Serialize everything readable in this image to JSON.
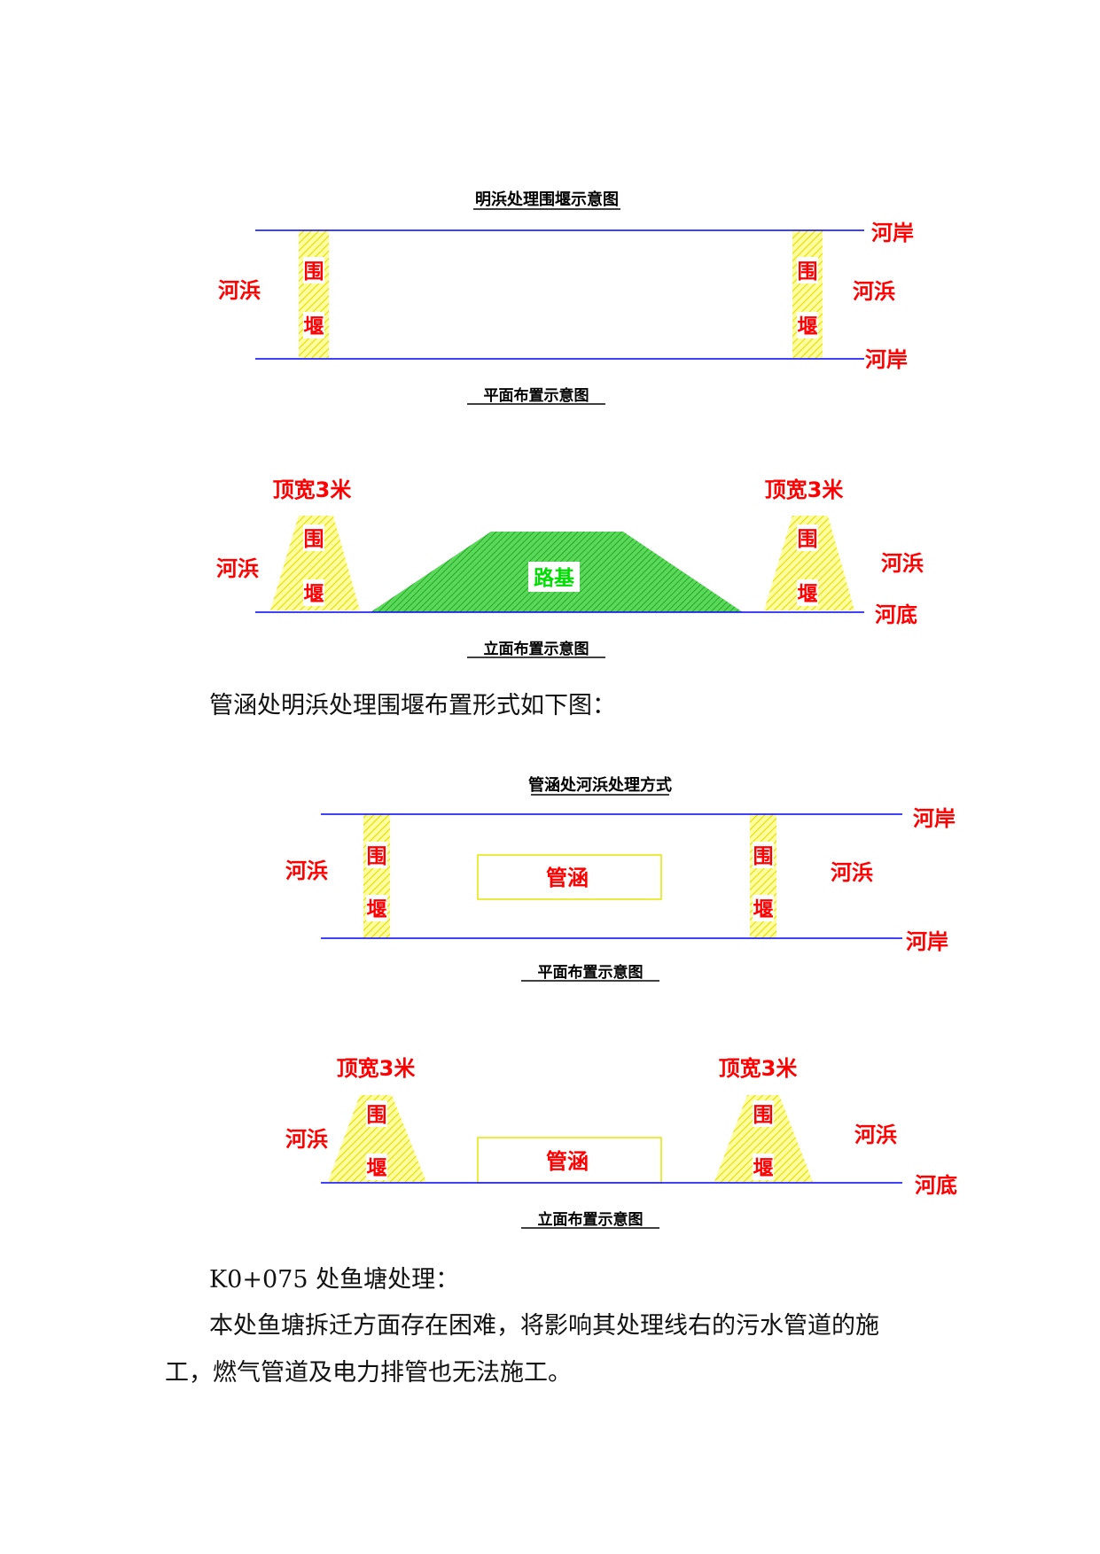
{
  "diagram1": {
    "title": "明浜处理围堰示意图",
    "plan": {
      "bank_top": "河岸",
      "bank_bottom": "河岸",
      "left_label": "河浜",
      "right_label": "河浜",
      "weir_char_top": "围",
      "weir_char_bottom": "堰",
      "caption": "平面布置示意图"
    },
    "elevation": {
      "top_width_left": "顶宽3米",
      "top_width_right": "顶宽3米",
      "left_label": "河浜",
      "right_label": "河浜",
      "bottom_label": "河底",
      "weir_char_top": "围",
      "weir_char_bottom": "堰",
      "roadbed": "路基",
      "caption": "立面布置示意图"
    }
  },
  "intro_text": "管涵处明浜处理围堰布置形式如下图：",
  "diagram2": {
    "title": "管涵处河浜处理方式",
    "plan": {
      "bank_top": "河岸",
      "bank_bottom": "河岸",
      "left_label": "河浜",
      "right_label": "河浜",
      "weir_char_top": "围",
      "weir_char_bottom": "堰",
      "culvert": "管涵",
      "caption": "平面布置示意图"
    },
    "elevation": {
      "top_width_left": "顶宽3米",
      "top_width_right": "顶宽3米",
      "left_label": "河浜",
      "right_label": "河浜",
      "bottom_label": "河底",
      "weir_char_top": "围",
      "weir_char_bottom": "堰",
      "culvert": "管涵",
      "caption": "立面布置示意图"
    }
  },
  "section_heading": "K0+075 处鱼塘处理：",
  "paragraph_line1": "本处鱼塘拆迁方面存在困难，将影响其处理线右的污水管道的施",
  "paragraph_line2": "工，燃气管道及电力排管也无法施工。",
  "colors": {
    "bank_line": "#0000ff",
    "weir_fill": "#ffff99",
    "weir_hatch": "#e6d800",
    "roadbed_fill": "#33cc33",
    "label_red": "#ff0000",
    "culvert_outline": "#e6e600"
  }
}
